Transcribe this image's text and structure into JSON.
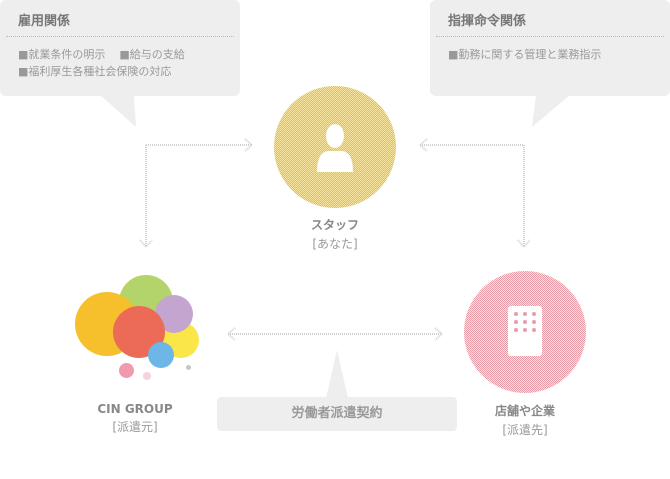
{
  "bubbles": {
    "employment": {
      "title": "雇用関係",
      "items": [
        "■就業条件の明示",
        "■給与の支給",
        "■福利厚生各種社会保険の対応"
      ]
    },
    "command": {
      "title": "指揮命令関係",
      "items": [
        "■勤務に関する管理と業務指示"
      ]
    }
  },
  "nodes": {
    "staff": {
      "name": "スタッフ",
      "sub": "[あなた]",
      "icon": "person-icon",
      "color": "#e8c14a"
    },
    "cin": {
      "name": "CIN GROUP",
      "sub": "[派遣元]",
      "icon": "logo-bubbles"
    },
    "client": {
      "name": "店舗や企業",
      "sub": "[派遣先]",
      "icon": "building-icon",
      "color": "#ec9aa6"
    }
  },
  "contract": {
    "label": "労働者派遣契約"
  },
  "colors": {
    "logo": [
      "#f6c02d",
      "#b3d46a",
      "#c4a5d0",
      "#fbe64a",
      "#ec6b57",
      "#6cb7e6",
      "#f09aaf",
      "#f8d0de",
      "#c6c6c6"
    ]
  }
}
